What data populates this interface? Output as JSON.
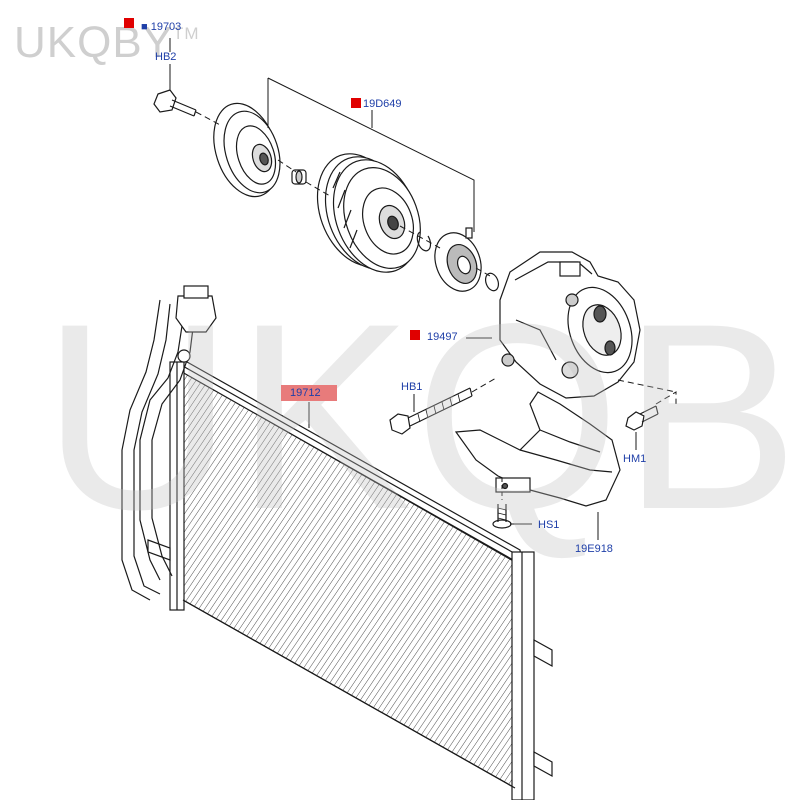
{
  "watermark": {
    "brand": "UKQBY",
    "mark": "TM"
  },
  "callouts": {
    "c19703": "19703",
    "hb2": "HB2",
    "c19d649": "19D649",
    "c19497": "19497",
    "hb1": "HB1",
    "c19712": "19712",
    "hm1": "HM1",
    "hs1": "HS1",
    "c19e918": "19E918"
  },
  "colors": {
    "callout_text": "#1f3fa8",
    "flag": "#e00000",
    "highlight": "#e87b7b",
    "line_art": "#1a1a1a",
    "watermark": "#c8c8c8"
  }
}
